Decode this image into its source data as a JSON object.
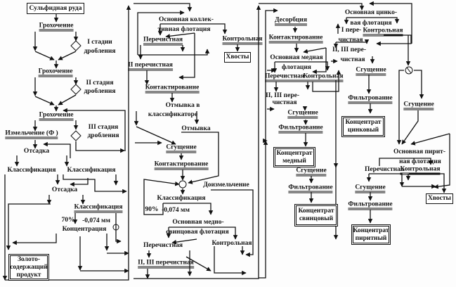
{
  "colors": {
    "ink": "#111111",
    "background": "#fdfdfd"
  },
  "panel1": {
    "ore": "Сульфидная руда",
    "screening1": "Грохочение",
    "stage1": [
      "I стадии",
      "дробления"
    ],
    "screening2": "Грохочение",
    "stage2": [
      "II стадия",
      "дробления"
    ],
    "screening3": "Грохочение",
    "grinding": "Измельчение (Ф )",
    "stage3": [
      "III стадия",
      "дробления"
    ],
    "jigging1": "Отсадка",
    "classification_left": "Классификация",
    "classification_right": "Классификация",
    "jigging2": "Отсадка",
    "classification3": "Классификация",
    "percent": "70%",
    "size": "-0,074 мм",
    "concentration": "Концентрация",
    "gold_product": [
      "Золото-",
      "содержащий",
      "продукт"
    ]
  },
  "panel2": {
    "bulk_flotation": [
      "Основная коллек-",
      "тивная флотация"
    ],
    "cleaner": "Перечистная",
    "scavenger": "Контрольная",
    "tailings": "Хвосты",
    "cleaner2": "II перечистная",
    "conditioning1": "Контактирование",
    "washing_classifier": [
      "Отмывка в",
      "классификаторе"
    ],
    "washing": "Отмывка",
    "thickening": "Сгущение",
    "conditioning2": "Контактирование",
    "regrinding": "Доизмельчение",
    "classification": "Классификация",
    "percent": "90%",
    "size": "-0,074 мм",
    "cu_pb_flotation": [
      "Основная медно-",
      "свинцовая флотация"
    ],
    "cleaner3": "Перечистная",
    "scavenger2": "Контрольная",
    "cleaner23": "II, III перечистная"
  },
  "panel3": {
    "desorption": "Десорбция",
    "conditioning": "Контактирование",
    "cu_flotation": [
      "Основная медная",
      "флотация"
    ],
    "cu_cleaner": "Перечистная",
    "cu_scavenger": "Контрольная",
    "cu_cleaner23": [
      "II, III пере-",
      "чистная"
    ],
    "cu_thickening": "Сгущение",
    "cu_filtering": "Фильтрование",
    "cu_concentrate": [
      "Концентрат",
      "медный"
    ],
    "zn_flotation": [
      "Основная цинко-",
      "вая флотация"
    ],
    "zn_cleaner1": [
      "I пере-",
      "чистная"
    ],
    "zn_scavenger": "Контрольная",
    "zn_cleaner23": [
      "II, III пере-",
      "чистная"
    ],
    "zn_thickening": "Сгущение",
    "zn_filtering": "Фильтрование",
    "zn_concentrate": [
      "Концентрат",
      "цинковый"
    ],
    "thickening": "Сгущение",
    "py_flotation": [
      "Основная пирит-",
      "ная флотация"
    ],
    "py_cleaner": "Перечистная",
    "py_scavenger": "Контрольная",
    "tailings": "Хвосты",
    "pb_thickening": "Сгущение",
    "pb_filtering": "Фильтрование",
    "pb_concentrate": [
      "Концентрат",
      "свинцовый"
    ],
    "py_thickening": "Сгущение",
    "py_filtering": "Фильтрование",
    "py_concentrate": [
      "Концентрат",
      "пиритный"
    ]
  }
}
